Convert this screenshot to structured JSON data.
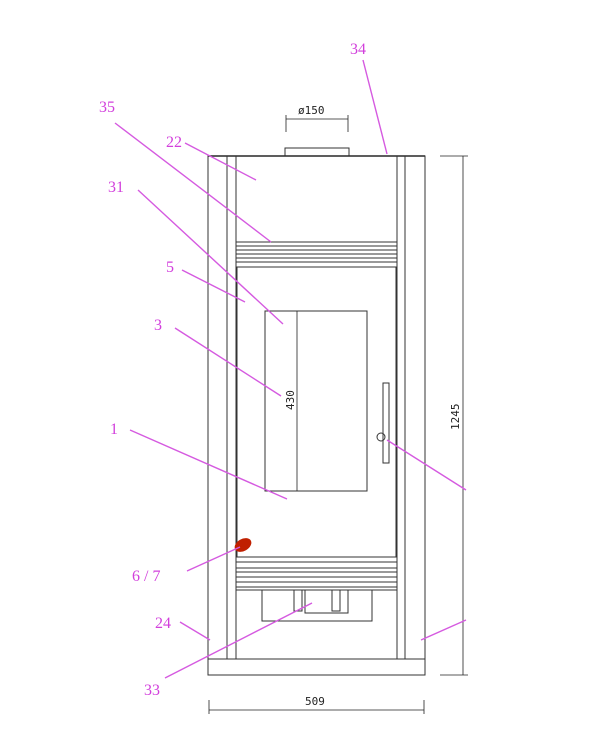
{
  "dimensions": {
    "flue_diameter": "ø150",
    "height": "1245",
    "width": "509",
    "glass_height": "430"
  },
  "labels": [
    "34",
    "35",
    "22",
    "31",
    "5",
    "3",
    "1",
    "6 / 7",
    "24",
    "33"
  ],
  "colors": {
    "label": "#d23fdc",
    "leader": "#d55ae0",
    "knob": "#c02000"
  }
}
